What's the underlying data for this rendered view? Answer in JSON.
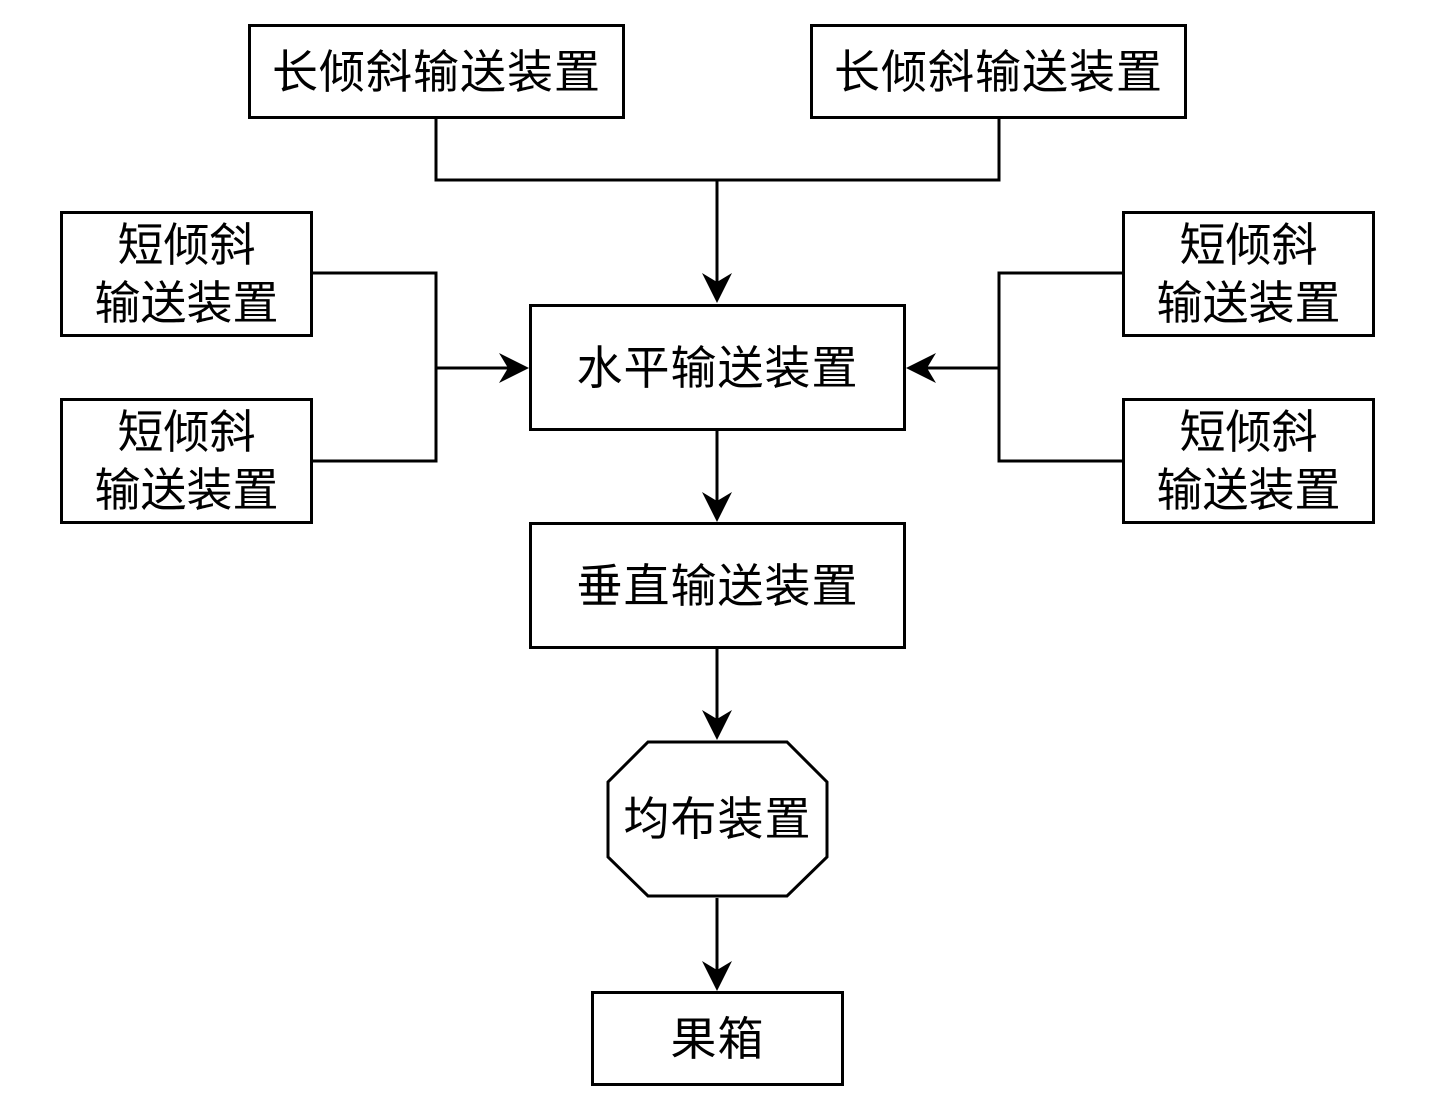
{
  "nodes": {
    "long_left": "长倾斜输送装置",
    "long_right": "长倾斜输送装置",
    "short_left_top": "短倾斜\n输送装置",
    "short_left_bottom": "短倾斜\n输送装置",
    "short_right_top": "短倾斜\n输送装置",
    "short_right_bottom": "短倾斜\n输送装置",
    "horizontal": "水平输送装置",
    "vertical": "垂直输送装置",
    "distributor": "均布装置",
    "fruit_box": "果箱"
  }
}
